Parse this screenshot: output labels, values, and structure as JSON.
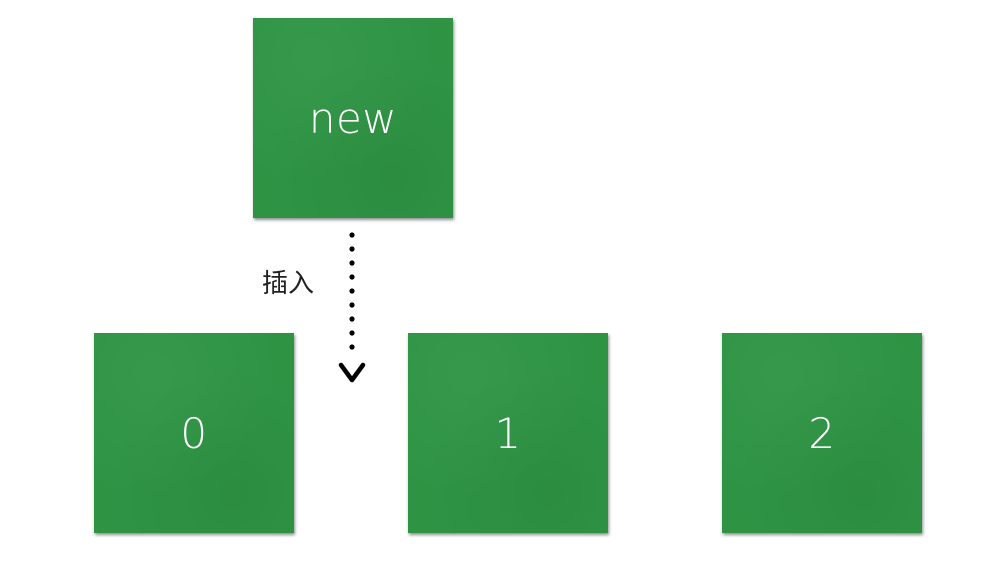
{
  "new_block": {
    "label": "new"
  },
  "array": {
    "blocks": [
      {
        "label": "0"
      },
      {
        "label": "1"
      },
      {
        "label": "2"
      }
    ]
  },
  "insert_arrow": {
    "label": "插入",
    "style": "dotted",
    "direction": "down"
  },
  "colors": {
    "block_fill": "#2e9444",
    "block_text": "#ffffff",
    "label_text": "#222222",
    "arrow": "#000000",
    "background": "#ffffff"
  }
}
